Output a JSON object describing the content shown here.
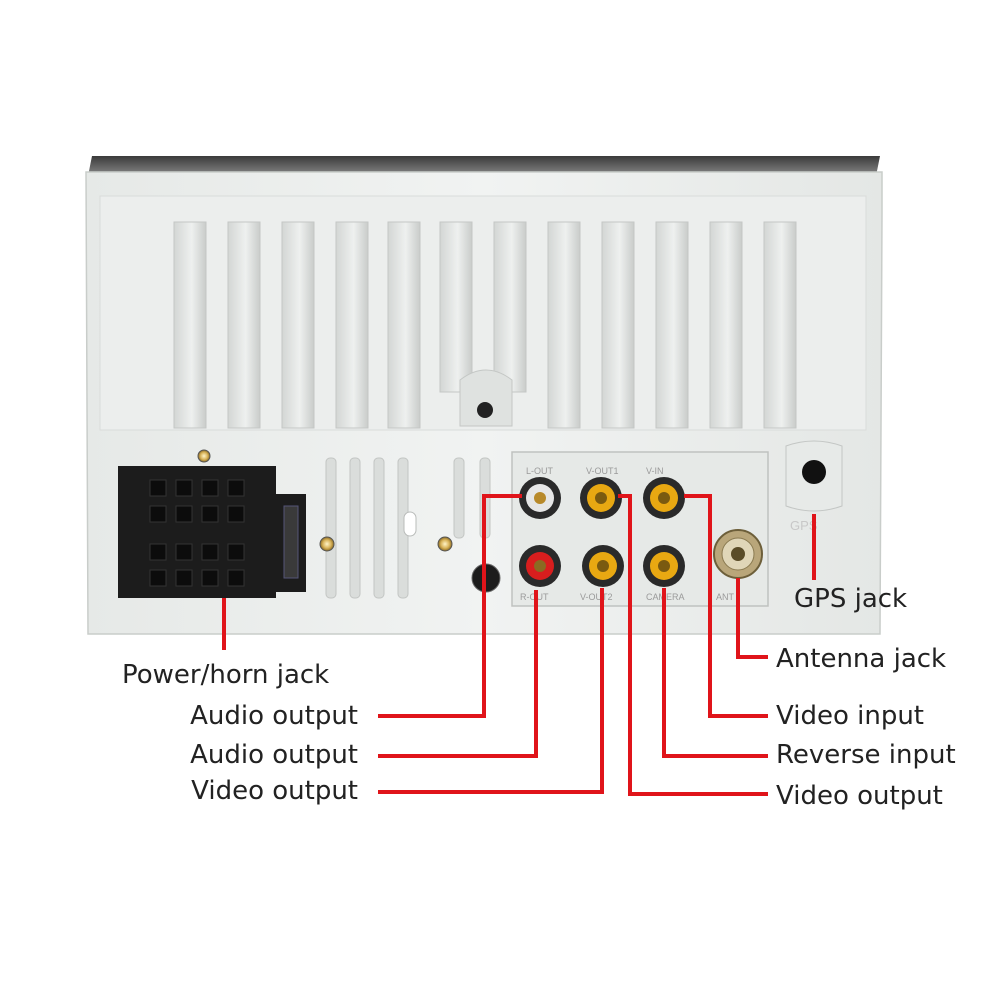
{
  "colors": {
    "leader": "#e0141a",
    "panel": "#ebeeec",
    "rca_red": "#d81e1e",
    "rca_yellow": "#e8a812",
    "rca_white": "#e6e6e6"
  },
  "unit_markings": {
    "top_row": [
      "L-OUT",
      "V-OUT1",
      "V-IN"
    ],
    "bottom_row": [
      "R-OUT",
      "V-OUT2",
      "CAMERA"
    ],
    "ant": "ANT",
    "gps": "GPS"
  },
  "labels": {
    "gps_jack": "GPS jack",
    "power_horn_jack": "Power/horn jack",
    "antenna_jack": "Antenna jack",
    "audio_output_left": "Audio output",
    "audio_output_right": "Audio output",
    "video_output_1": "Video output",
    "video_output_2": "Video output",
    "video_input": "Video input",
    "reverse_input": "Reverse input"
  }
}
